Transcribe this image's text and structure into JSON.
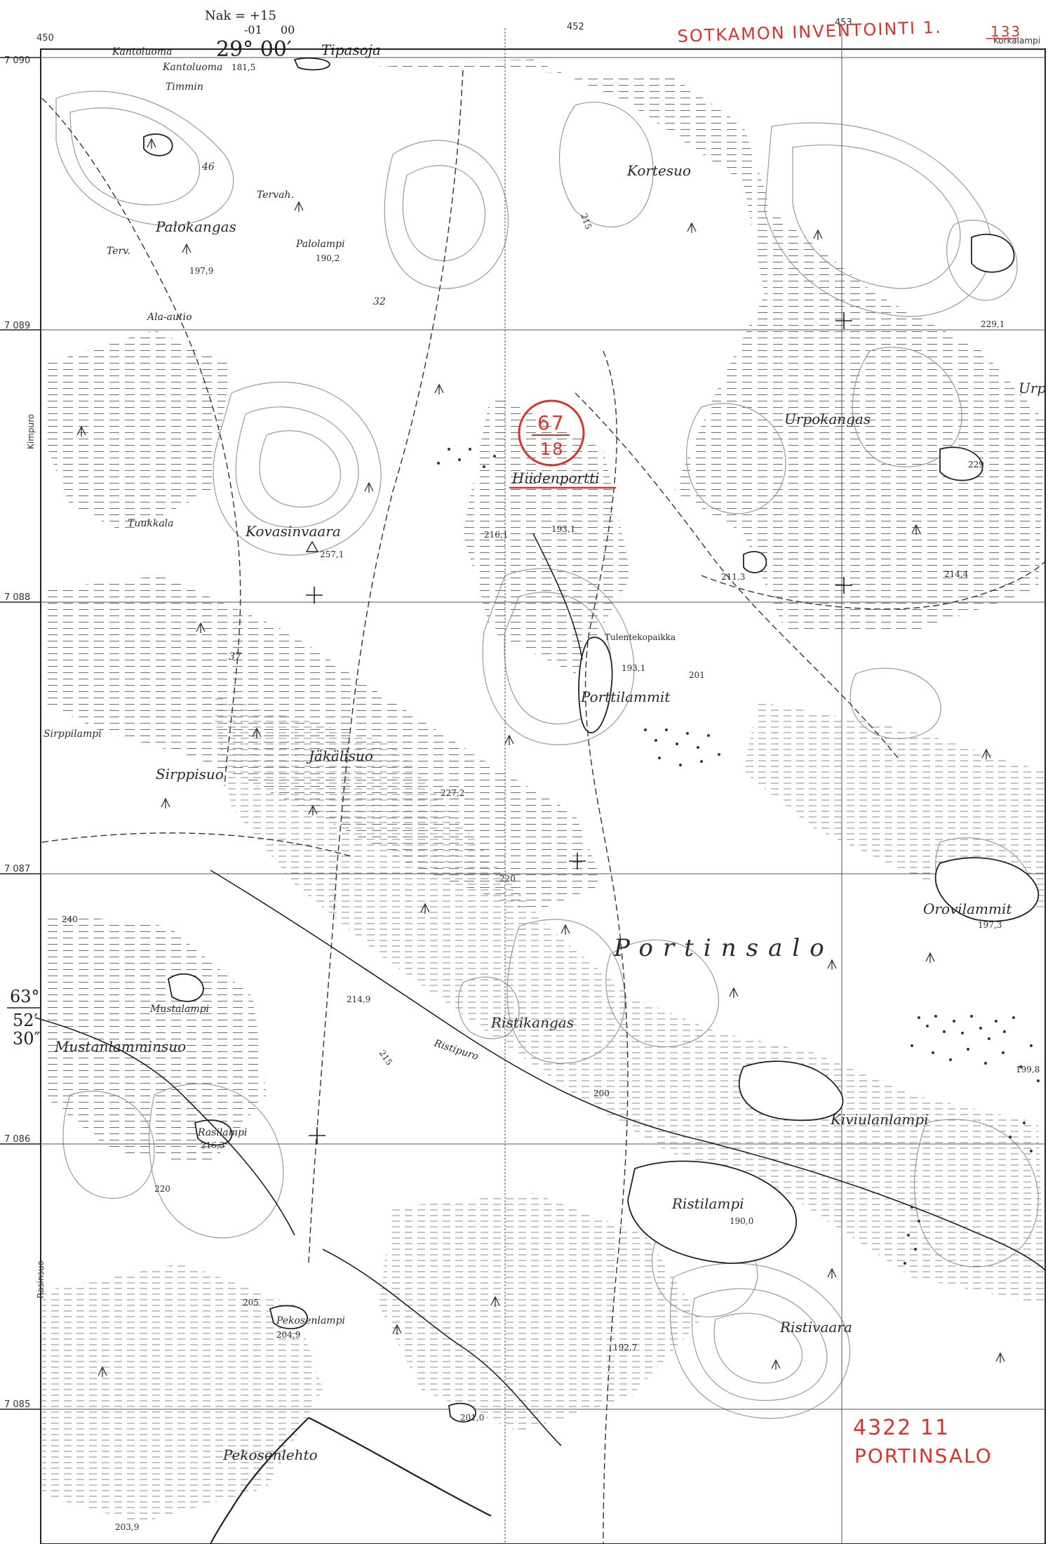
{
  "header": {
    "nak_line1": "Nak = +15",
    "nak_line2": "-01",
    "nak_suffix": "00",
    "longitude": "29° 00′",
    "place_left": "Kantoluoma",
    "place_right": "Tipasoja"
  },
  "grid": {
    "easting": [
      "450",
      "452",
      "453"
    ],
    "northing": [
      "7 090",
      "7 089",
      "7 088",
      "7 087",
      "7 086",
      "7 085"
    ]
  },
  "latitude": {
    "deg": "63°",
    "min": "52′",
    "sec": "30″"
  },
  "edge_labels": {
    "left_upper": "Kimpuro",
    "left_lower": "Rasinsuo",
    "top_right": "Korkalampi"
  },
  "place_names": {
    "portinsalo": "Portinsalo",
    "palokangas": "Palokangas",
    "palolampi": "Palolampi",
    "tervah": "Tervah.",
    "terv": "Terv.",
    "ala_autio": "Ala-autio",
    "korteseu": "Kortesuo",
    "urpokangas": "Urpokangas",
    "urp": "Urp",
    "hiidenportti": "Hiidenportti",
    "kovasinvaara": "Kovasinvaara",
    "tuukkala": "Tuukkala",
    "tulentekopaikka": "Tulentekopaikka",
    "porttilammit": "Porttilammit",
    "sirppilampi": "Sirppilampi",
    "sirppisuo": "Sirppisuo",
    "jakalisuo": "Jäkälisuo",
    "orovilammit": "Orovilammit",
    "ristikangas": "Ristikangas",
    "ristipuro": "Ristipuro",
    "mustalampi": "Mustalampi",
    "mustanlamminsuo": "Mustanlamminsuo",
    "kiviulanlampi": "Kiviulanlampi",
    "rasilampi": "Rasilampi",
    "ristilampi": "Ristilampi",
    "ristivaara": "Ristivaara",
    "pekosenlampi": "Pekosenlampi",
    "pekosenlehto": "Pekosenlehto",
    "timmin": "Timmin",
    "kantoluoma2": "Kantoluoma"
  },
  "elevations": {
    "e1": "197,9",
    "e2": "190,2",
    "e3": "257,1",
    "e4": "216,1",
    "e5": "193,1",
    "e6": "193,1",
    "e7": "201",
    "e8": "211,3",
    "e9": "214,4",
    "e10": "229,1",
    "e11": "229",
    "e12": "227,2",
    "e13": "214,9",
    "e14": "220",
    "e15": "240",
    "e16": "216,3",
    "e17": "190,0",
    "e18": "204,9",
    "e19": "192,7",
    "e20": "201,0",
    "e21": "203,9",
    "e22": "199,8",
    "e23": "197,3",
    "e24": "215",
    "e25": "200",
    "e26": "205",
    "e27": "220",
    "e28": "215",
    "e29": "181,5",
    "e30": "32",
    "e31": "37",
    "e32": "46"
  },
  "annotations": {
    "inventory_note": "SOTKAMON INVENTOINTI 1.",
    "inventory_year": "133",
    "site_top": "67",
    "site_bottom": "18",
    "sheet_number": "4322 11",
    "sheet_name": "PORTINSALO"
  },
  "colors": {
    "ink": "#2a2a2a",
    "annotation_red": "#d9342b",
    "contour": "#9a9a9a"
  }
}
